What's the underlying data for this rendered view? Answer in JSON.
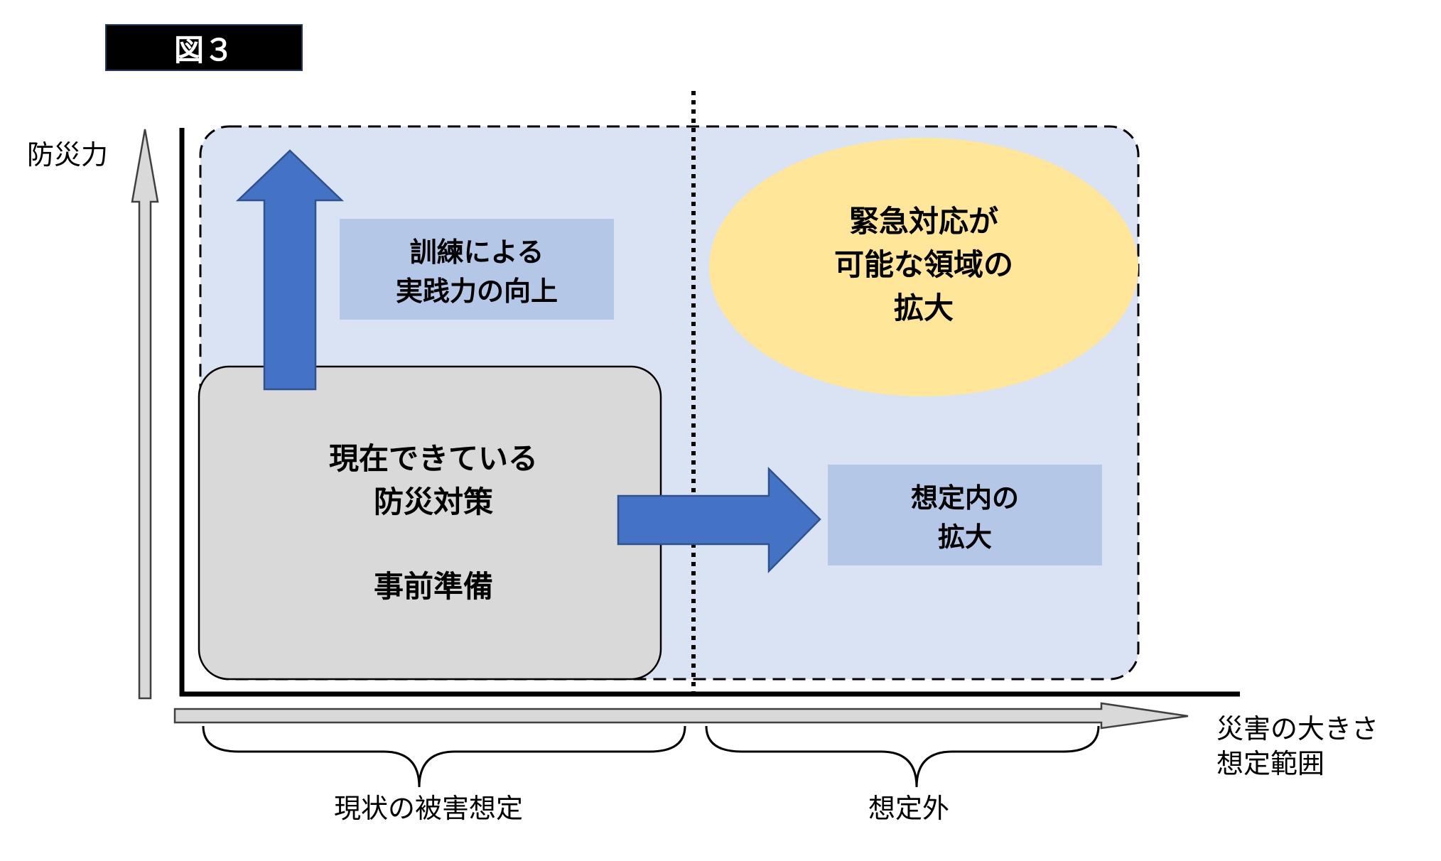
{
  "figure_label": "図３",
  "axes": {
    "y_label": "防災力",
    "x_label_line1": "災害の大きさ",
    "x_label_line2": "想定範囲"
  },
  "braces": {
    "left": "現状の被害想定",
    "right": "想定外"
  },
  "current_box": {
    "line1": "現在できている",
    "line2": "防災対策",
    "line3": "事前準備"
  },
  "training_box": {
    "line1": "訓練による",
    "line2": "実践力の向上"
  },
  "expansion_box": {
    "line1": "想定内の",
    "line2": "拡大"
  },
  "emergency_ellipse": {
    "line1": "緊急対応が",
    "line2": "可能な領域の",
    "line3": "拡大"
  },
  "colors": {
    "region_fill": "#dae3f3",
    "label_box_fill": "#b4c7e7",
    "arrow_blue": "#4472c4",
    "current_fill": "#d9d9d9",
    "ellipse_fill": "#ffe699"
  }
}
